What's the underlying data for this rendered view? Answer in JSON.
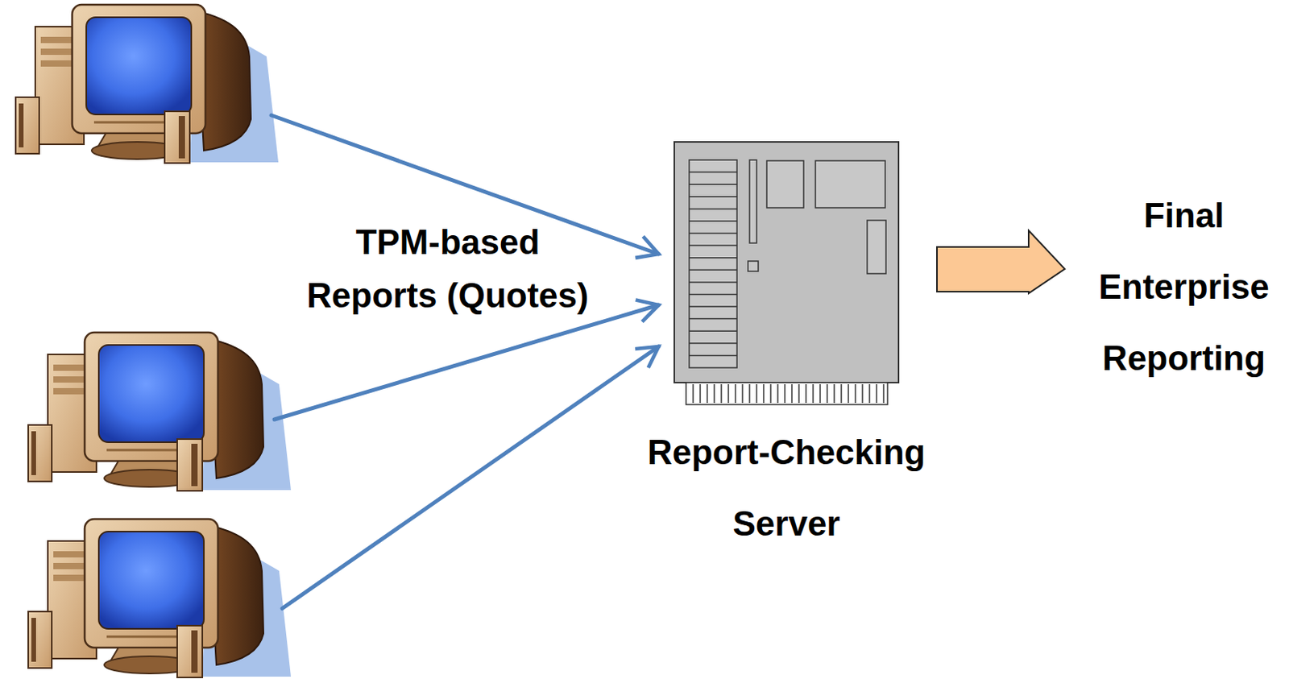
{
  "diagram": {
    "nodes": [
      {
        "text": [
          "Report-Checking Server"
        ]
      }
    ],
    "labels": [
      "TPM-based Reports (Quotes)",
      "Final Enterprise Reporting"
    ]
  }
}
